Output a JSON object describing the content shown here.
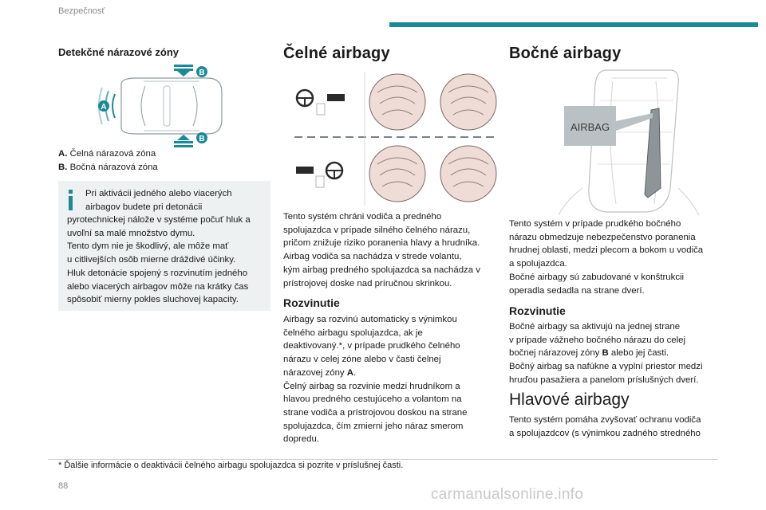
{
  "header": {
    "section": "Bezpečnosť",
    "accent_color": "#1d8996"
  },
  "col1": {
    "heading": "Detekčné nárazové zóny",
    "figure": {
      "label_a": "A",
      "label_b_top": "B",
      "label_b_bottom": "B",
      "icon": "car-top-view-icon"
    },
    "legend": [
      {
        "key": "A.",
        "text": "Čelná nárazová zóna"
      },
      {
        "key": "B.",
        "text": "Bočná nárazová zóna"
      }
    ],
    "info": {
      "icon": "info-icon",
      "lines": [
        "Pri aktivácii jedného alebo viacerých",
        "airbagov budete pri detonácii",
        "pyrotechnickej nálože v systéme počuť hluk a",
        "uvoľní sa malé množstvo dymu.",
        "Tento dym nie je škodlivý, ale môže mať",
        "u citlivejších osôb mierne dráždivé účinky.",
        "Hluk detonácie spojený s rozvinutím jedného",
        "alebo viacerých airbagov môže na krátky čas",
        "spôsobiť mierny pokles sluchovej kapacity."
      ]
    }
  },
  "col2": {
    "heading": "Čelné airbagy",
    "intro": [
      "Tento systém chráni vodiča a predného",
      "spolujazdca v prípade silného čelného nárazu,",
      "pričom znižuje riziko poranenia hlavy a hrudníka.",
      "Airbag vodiča sa nachádza v strede volantu,",
      "kým airbag predného spolujazdca sa nachádza v",
      "prístrojovej doske nad príručnou skrinkou."
    ],
    "subheading": "Rozvinutie",
    "deploy_lines": [
      "Airbagy sa rozvinú automaticky s výnimkou",
      "čelného airbagu spolujazdca, ak je",
      "deaktivovaný.*, v prípade prudkého čelného",
      "nárazu v celej zóne alebo v časti čelnej"
    ],
    "zone_prefix": "nárazovej zóny ",
    "zone_key": "A",
    "zone_suffix": ".",
    "deploy_lines2": [
      "Čelný airbag sa rozvinie medzi hrudníkom a",
      "hlavou predného cestujúceho a volantom na",
      "strane vodiča a prístrojovou doskou na strane",
      "spolujazdca, čím zmierni jeho náraz smerom",
      "dopredu."
    ]
  },
  "col3": {
    "heading": "Bočné airbagy",
    "figure_label": "AIRBAG",
    "intro": [
      "Tento systém v prípade prudkého bočného",
      "nárazu obmedzuje nebezpečenstvo poranenia",
      "hrudnej oblasti, medzi plecom a bokom u vodiča",
      "a spolujazdca.",
      "Bočné airbagy sú zabudované v konštrukcii",
      "operadla sedadla na strane dverí."
    ],
    "subheading": "Rozvinutie",
    "deploy_lines": [
      "Bočné airbagy sa aktivujú na jednej strane",
      "v prípade vážneho bočného nárazu do celej"
    ],
    "zone_prefix": "bočnej nárazovej zóny ",
    "zone_key": "B",
    "zone_suffix": " alebo jej časti.",
    "deploy_lines2": [
      "Bočný airbag sa nafúkne a vyplní priestor medzi",
      "hruďou pasažiera a panelom príslušných dverí."
    ],
    "heading2": "Hlavové airbagy",
    "head_lines": [
      "Tento systém pomáha zvyšovať ochranu vodiča",
      "a spolujazdcov (s výnimkou zadného stredného"
    ]
  },
  "footer": {
    "footnote": "* Ďalšie informácie o deaktivácii čelného airbagu spolujazdca si pozrite v príslušnej časti.",
    "page_number": "88",
    "watermark": "carmanualsonline.info"
  }
}
